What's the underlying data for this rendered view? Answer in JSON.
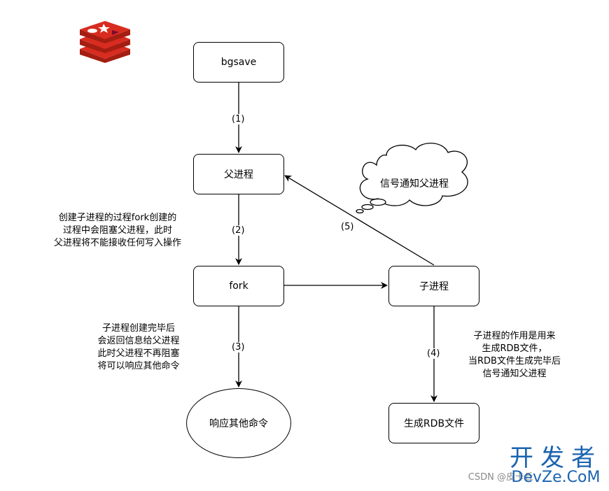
{
  "nodes": {
    "bgsave": "bgsave",
    "parent": "父进程",
    "fork": "fork",
    "child": "子进程",
    "respond": "响应其他命令",
    "rdb": "生成RDB文件",
    "cloud": "信号通知父进程"
  },
  "edge_labels": {
    "e1": "(1)",
    "e2": "(2)",
    "e3": "(3)",
    "e4": "(4)",
    "e5": "(5)"
  },
  "notes": {
    "fork_note": [
      "创建子进程的过程fork创建的",
      "过程中会阻塞父进程，此时",
      "父进程将不能接收任何写入操作"
    ],
    "done_note": [
      "子进程创建完毕后",
      "会返回信息给父进程",
      "此时父进程不再阻塞",
      "将可以响应其他命令"
    ],
    "child_note": [
      "子进程的作用是用来",
      "生成RDB文件，",
      "当RDB文件生成完毕后",
      "信号通知父进程"
    ]
  },
  "watermark": {
    "csdn": "CSDN @皮卡丘",
    "devze_cn": "开发者",
    "devze_en": "DevZe.CoM"
  },
  "logo": {
    "name": "redis-logo-icon",
    "color": "#d82c20"
  }
}
